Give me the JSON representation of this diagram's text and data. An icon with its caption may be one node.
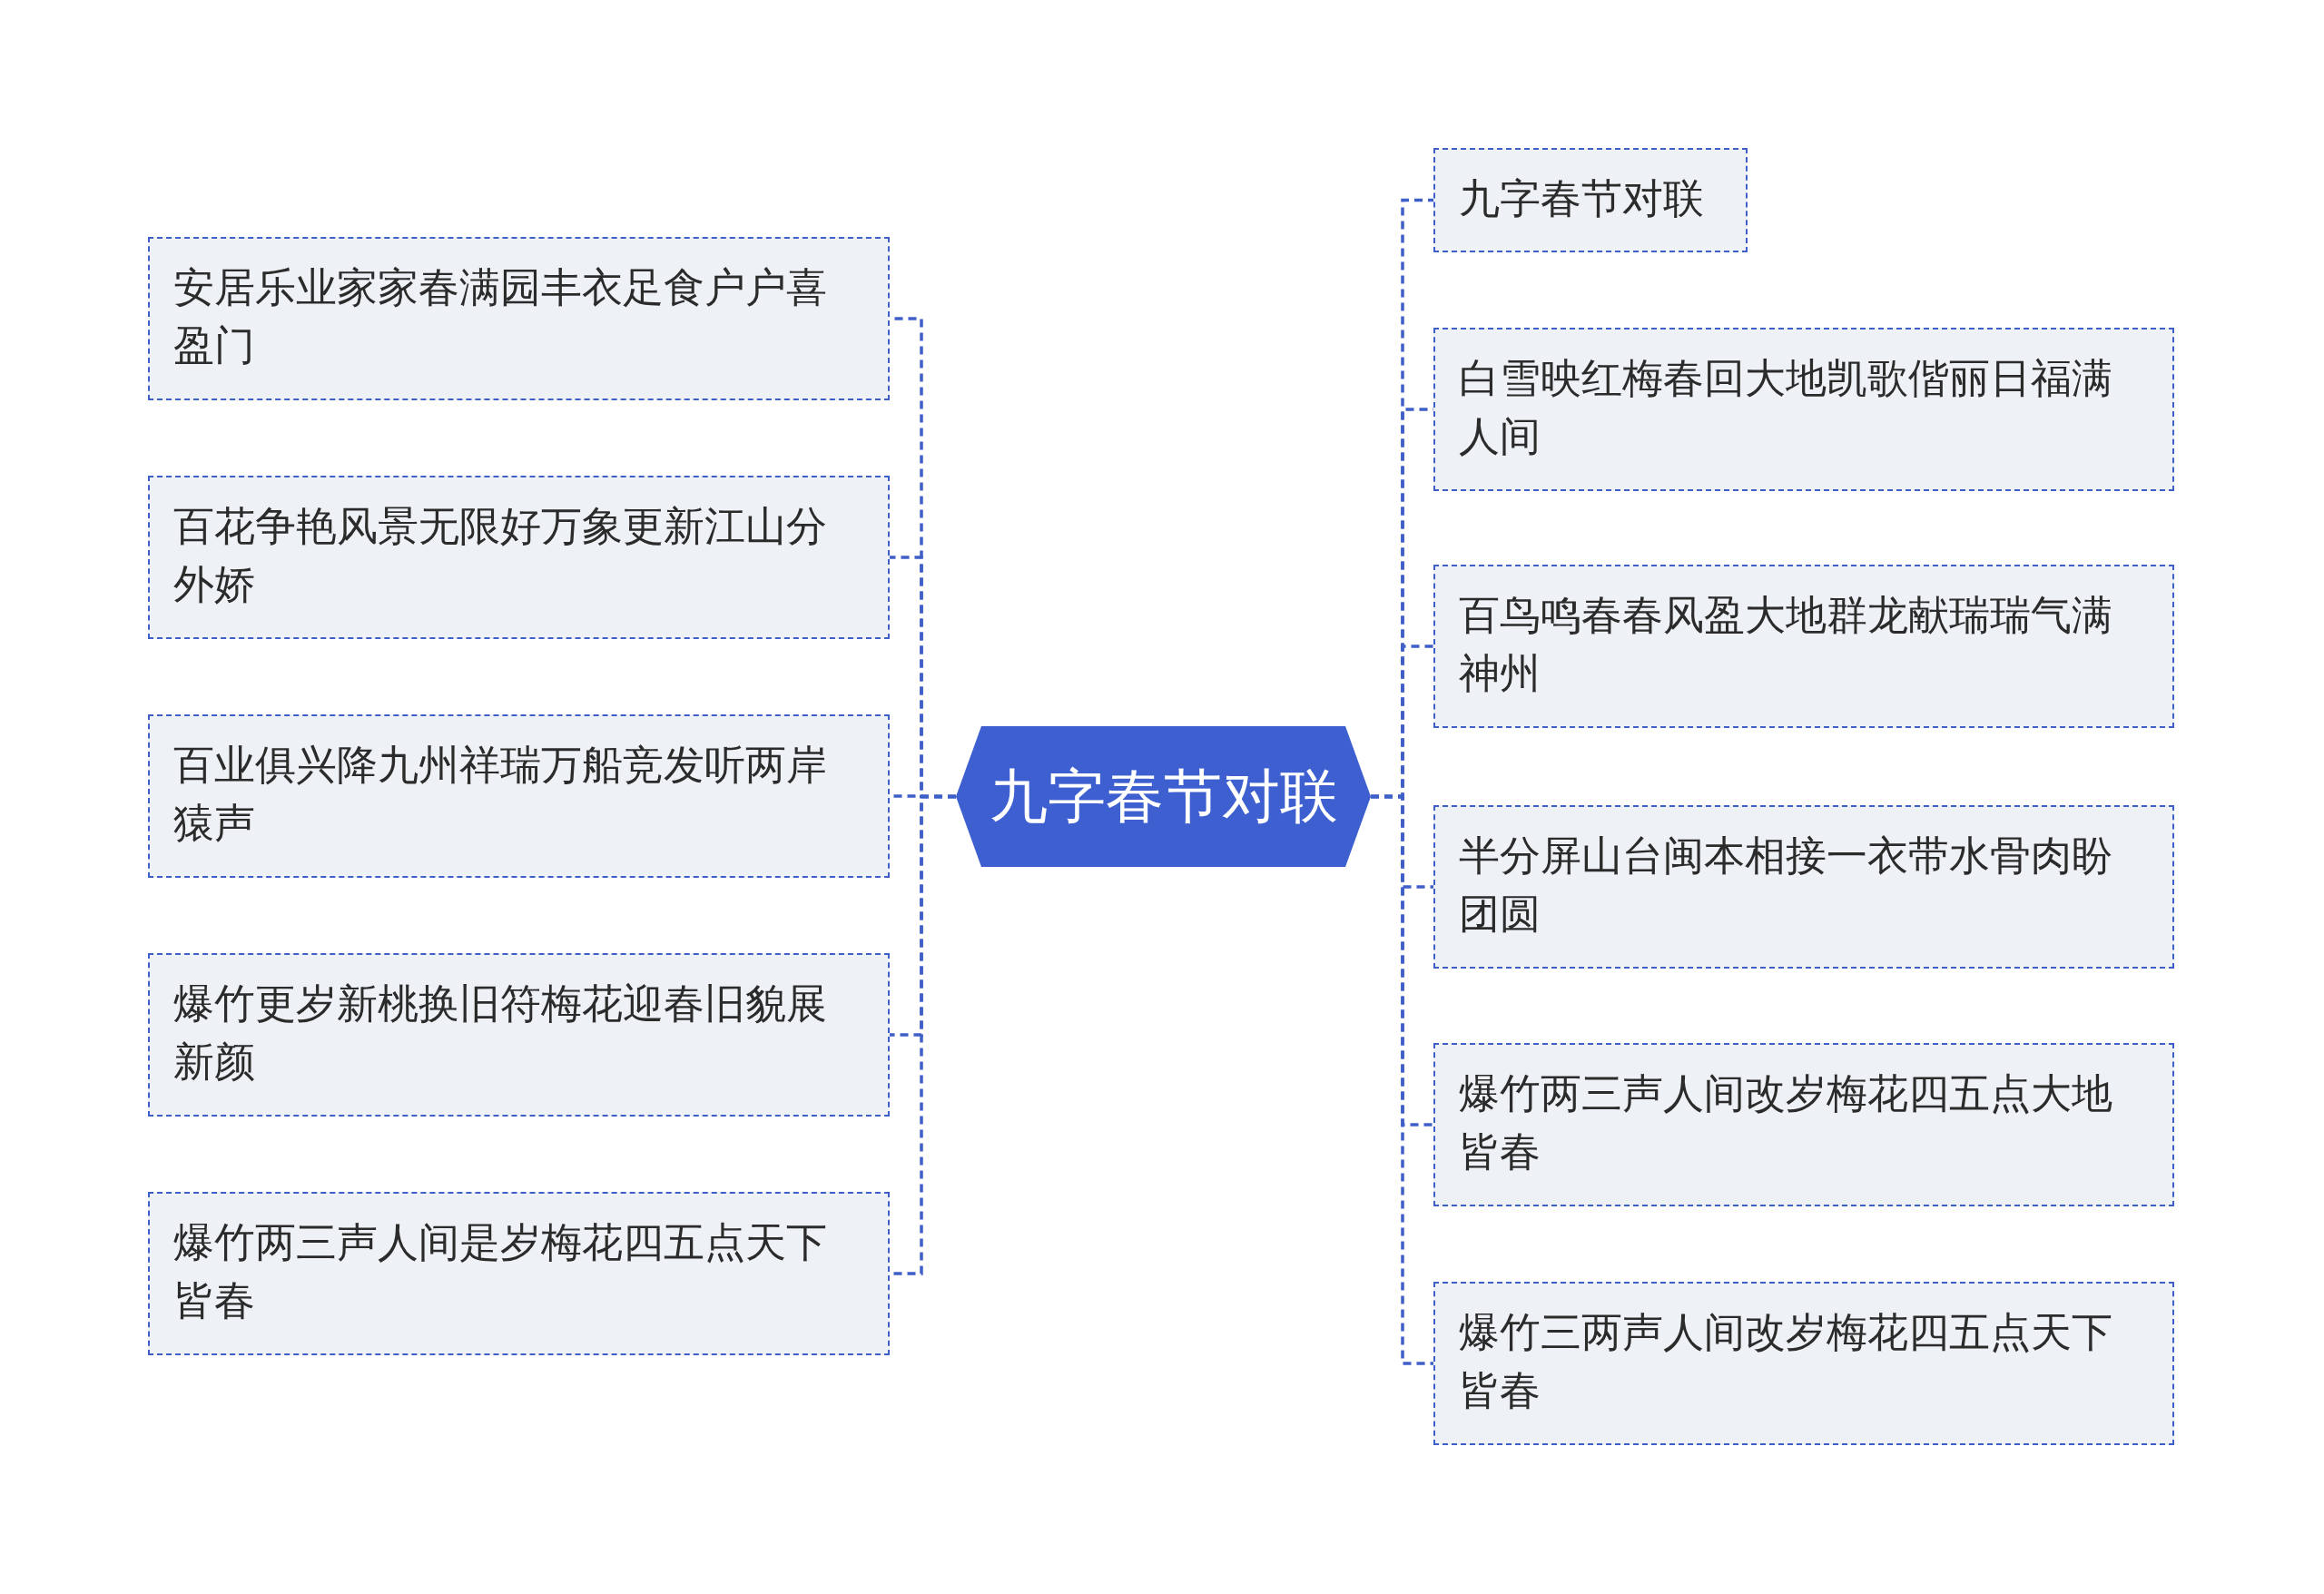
{
  "diagram": {
    "nodes": [
      {
        "text": [
          "九字春节对联"
        ]
      },
      {
        "text": [
          "安居乐业家家春满园丰衣足食户户喜盈门"
        ]
      },
      {
        "text": [
          "百花争艳风景无限好万象更新江山分外娇"
        ]
      },
      {
        "text": [
          "百业俱兴降九州祥瑞万船竞发听两岸猿声"
        ]
      },
      {
        "text": [
          "爆竹更岁新桃换旧符梅花迎春旧貌展新颜"
        ]
      },
      {
        "text": [
          "爆竹两三声人间是岁梅花四五点天下皆春"
        ]
      },
      {
        "text": [
          "九字春节对联"
        ]
      },
      {
        "text": [
          "白雪映红梅春回大地凯歌偕丽日福满人间"
        ]
      },
      {
        "text": [
          "百鸟鸣春春风盈大地群龙献瑞瑞气满神州"
        ]
      },
      {
        "text": [
          "半分屏山台闽本相接一衣带水骨肉盼团圆"
        ]
      },
      {
        "text": [
          "爆竹两三声人间改岁梅花四五点大地皆春"
        ]
      },
      {
        "text": [
          "爆竹三两声人间改岁梅花四五点天下皆春"
        ]
      }
    ],
    "edges": [
      {
        "from": 0,
        "to": 1,
        "arrow": "none",
        "style": "dashed"
      },
      {
        "from": 0,
        "to": 2,
        "arrow": "none",
        "style": "dashed"
      },
      {
        "from": 0,
        "to": 3,
        "arrow": "none",
        "style": "dashed"
      },
      {
        "from": 0,
        "to": 4,
        "arrow": "none",
        "style": "dashed"
      },
      {
        "from": 0,
        "to": 5,
        "arrow": "none",
        "style": "dashed"
      },
      {
        "from": 0,
        "to": 6,
        "arrow": "none",
        "style": "dashed"
      },
      {
        "from": 0,
        "to": 7,
        "arrow": "none",
        "style": "dashed"
      },
      {
        "from": 0,
        "to": 8,
        "arrow": "none",
        "style": "dashed"
      },
      {
        "from": 0,
        "to": 9,
        "arrow": "none",
        "style": "dashed"
      },
      {
        "from": 0,
        "to": 10,
        "arrow": "none",
        "style": "dashed"
      },
      {
        "from": 0,
        "to": 11,
        "arrow": "none",
        "style": "dashed"
      }
    ]
  }
}
